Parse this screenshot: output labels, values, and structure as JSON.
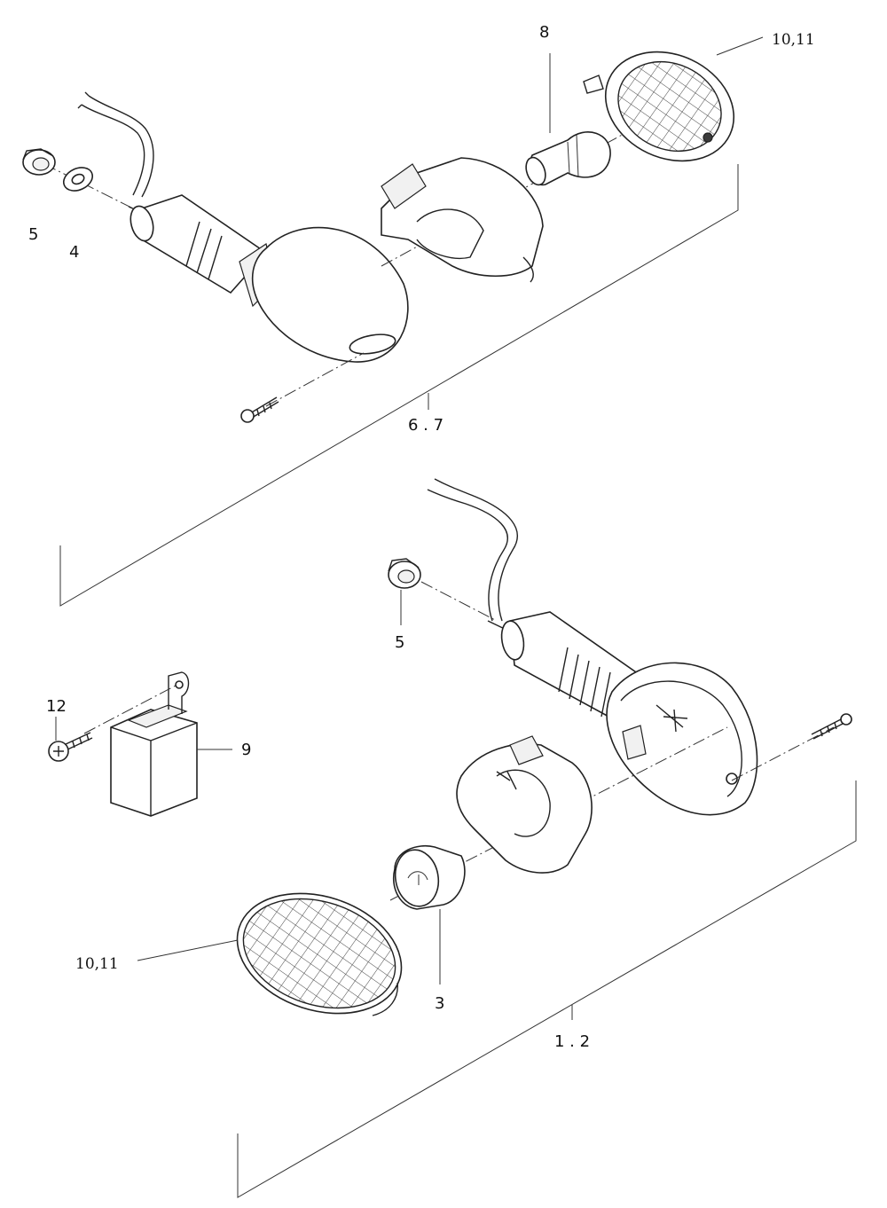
{
  "callouts": {
    "upper_lens": "10,11",
    "upper_bulb": "8",
    "upper_nut": "5",
    "upper_washer": "4",
    "upper_assembly": "6 . 7",
    "lower_nut": "5",
    "screw": "12",
    "relay": "9",
    "lower_lens": "10,11",
    "lower_bulb": "3",
    "lower_assembly": "1 . 2"
  }
}
